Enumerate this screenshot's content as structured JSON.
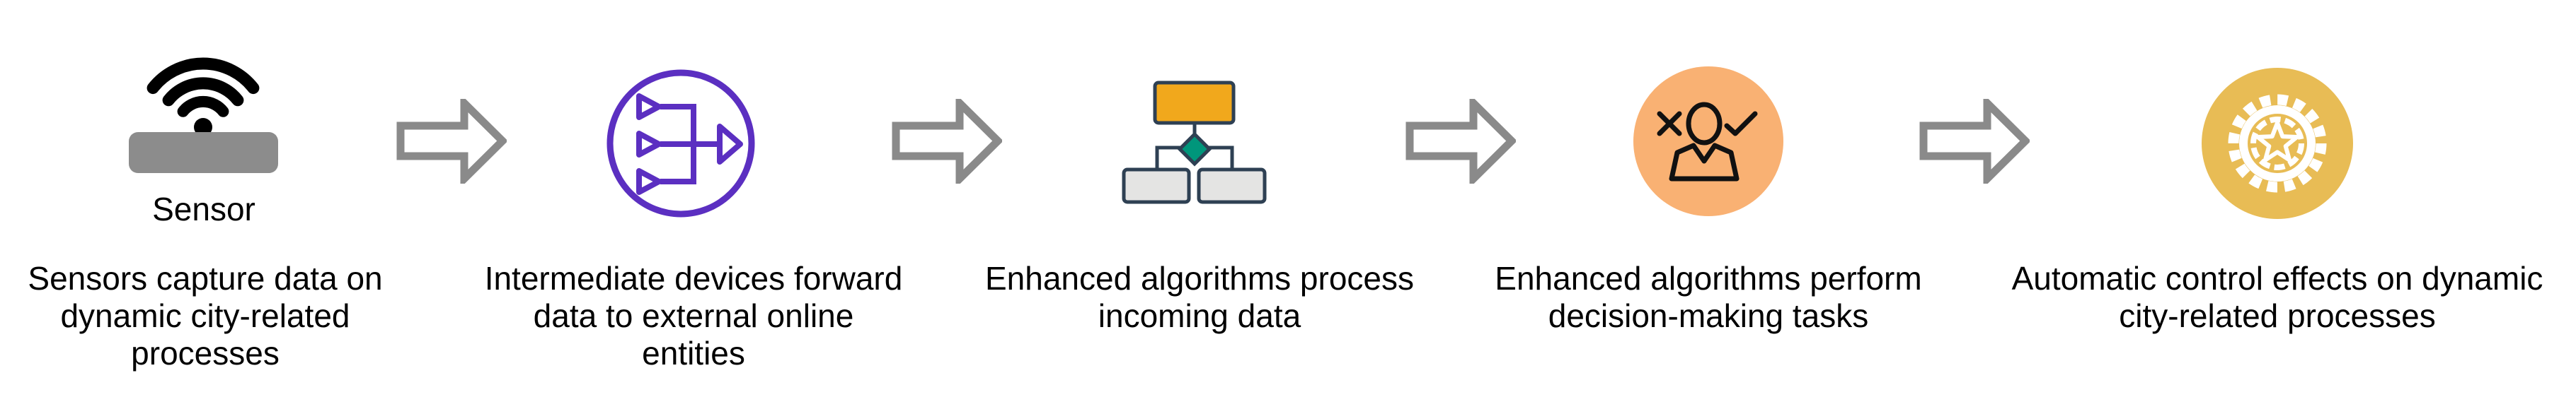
{
  "diagram": {
    "title": "",
    "stages": [
      {
        "id": "sensor",
        "icon": "wireless-sensor-icon",
        "icon_label": "Sensor",
        "caption": "Sensors capture data on\ndynamic city-related\nprocesses"
      },
      {
        "id": "intermediate-devices",
        "icon": "forwarding-network-icon",
        "icon_label": "",
        "caption": "Intermediate devices forward\ndata to external online\nentities"
      },
      {
        "id": "data-processing",
        "icon": "flowchart-icon",
        "icon_label": "",
        "caption": "Enhanced algorithms process\nincoming data"
      },
      {
        "id": "decision-making",
        "icon": "decision-person-icon",
        "icon_label": "",
        "caption": "Enhanced algorithms perform\ndecision-making tasks"
      },
      {
        "id": "automatic-control",
        "icon": "automation-gear-icon",
        "icon_label": "",
        "caption": "Automatic control effects on dynamic\ncity-related processes"
      }
    ],
    "connectors": {
      "icon": "flow-arrow-icon",
      "count": 4,
      "direction": "right"
    },
    "colors": {
      "background": "#ffffff",
      "sensor_gray": "#8c8c8c",
      "arrow_gray": "#8a8a8a",
      "purple": "#5b2fc1",
      "amber": "#f1a81c",
      "teal": "#00967b",
      "navy": "#2e4053",
      "box_gray": "#e4e4e3",
      "peach": "#f9b173",
      "gold": "#e8bc55",
      "text_black": "#000000",
      "icon_black": "#111111"
    }
  }
}
